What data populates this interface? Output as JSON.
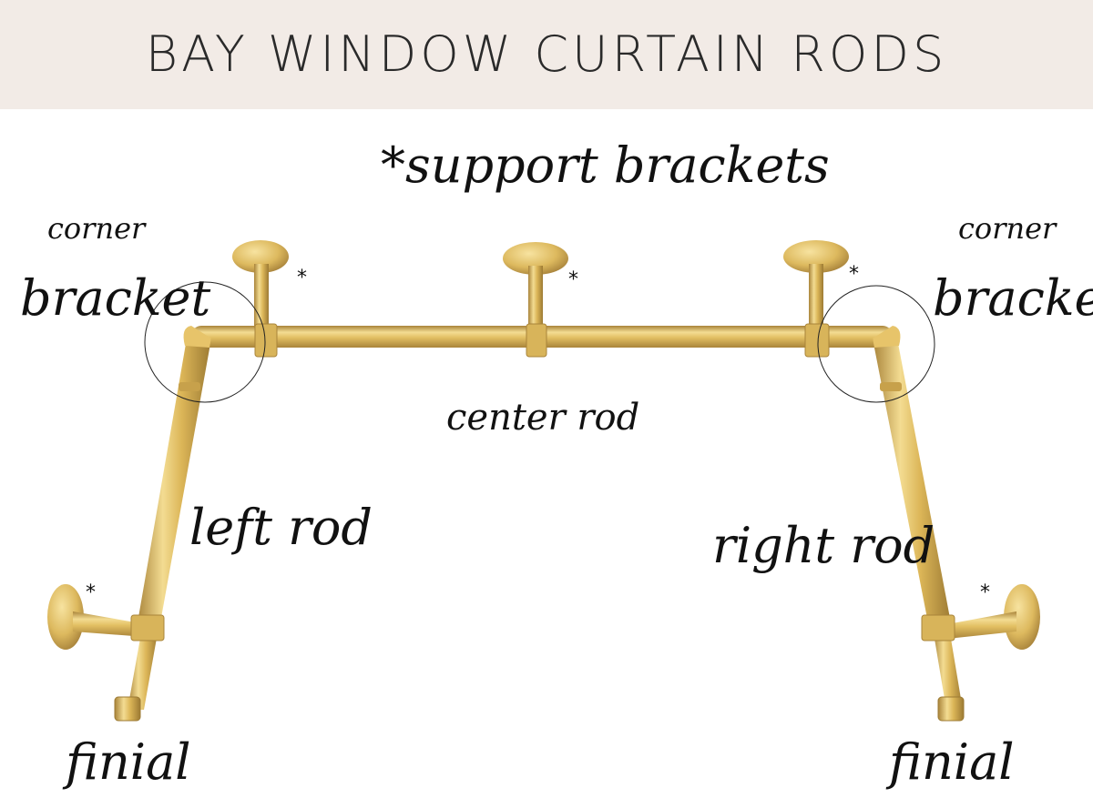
{
  "header": {
    "title": "BAY WINDOW CURTAIN RODS",
    "background_color": "#f2ebe6"
  },
  "labels": {
    "support_brackets": "*support brackets",
    "corner_bracket_left_1": "corner",
    "corner_bracket_left_2": "bracket",
    "corner_bracket_right_1": "corner",
    "corner_bracket_right_2": "bracket",
    "center_rod": "center rod",
    "left_rod": "left rod",
    "right_rod": "right rod",
    "finial_left": "finial",
    "finial_right": "finial",
    "asterisk": "*"
  },
  "colors": {
    "brass_light": "#f1d98a",
    "brass_mid": "#d9b45a",
    "brass_dark": "#a9843a",
    "ink": "#111111"
  }
}
